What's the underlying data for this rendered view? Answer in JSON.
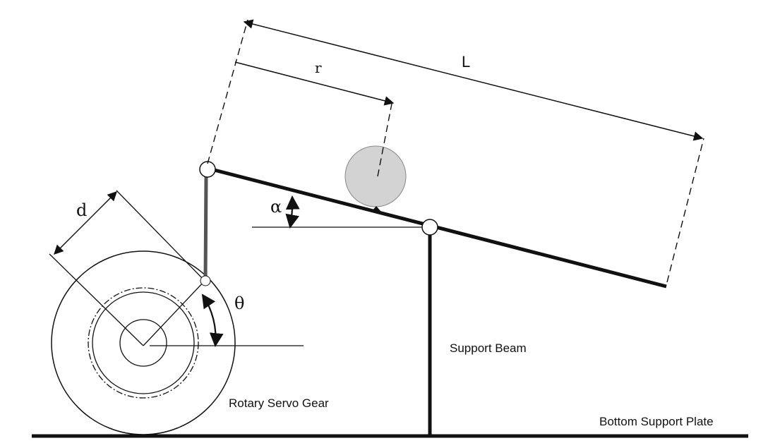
{
  "diagram": {
    "labels": {
      "length_L": "L",
      "ball_position_r": "r",
      "lever_arm_d": "d",
      "beam_angle": "α",
      "servo_angle": "θ",
      "support_beam": "Support Beam",
      "servo_gear": "Rotary Servo Gear",
      "bottom_plate": "Bottom Support Plate"
    },
    "colors": {
      "line": "#111111",
      "rod": "#555555",
      "ball_fill": "#d3d3d3"
    }
  }
}
